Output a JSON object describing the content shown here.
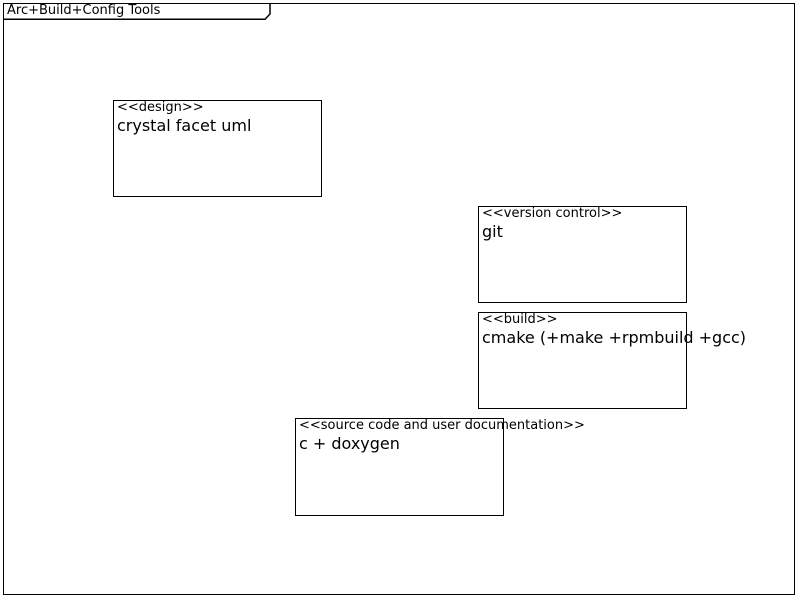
{
  "diagram": {
    "frame_title": "Arc+Build+Config Tools",
    "nodes": [
      {
        "stereotype": "<<design>>",
        "name": "crystal facet uml"
      },
      {
        "stereotype": "<<version control>>",
        "name": "git"
      },
      {
        "stereotype": "<<build>>",
        "name": "cmake (+make +rpmbuild +gcc)"
      },
      {
        "stereotype": "<<source code and user documentation>>",
        "name": "c + doxygen"
      }
    ]
  }
}
